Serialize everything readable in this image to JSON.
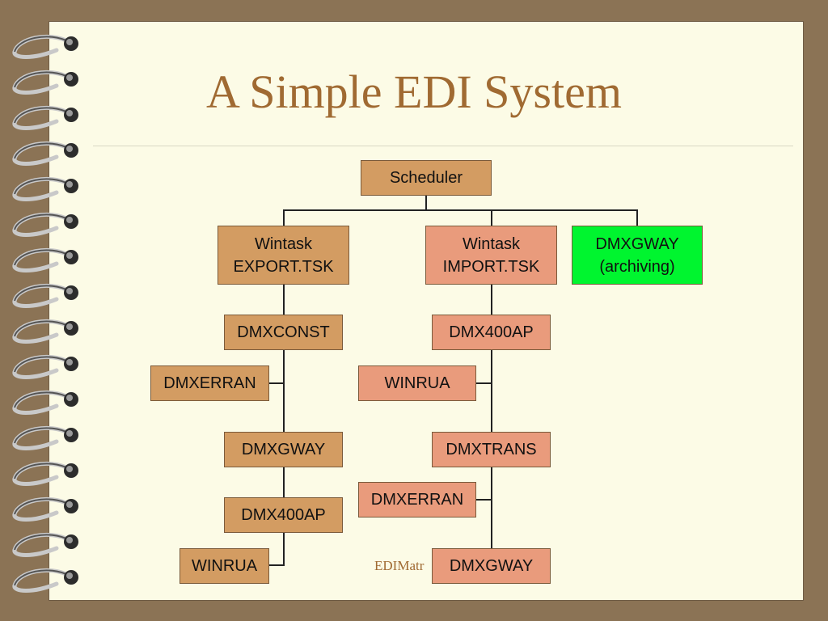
{
  "slide": {
    "title": "A Simple EDI System",
    "footer": "EDIMatr"
  },
  "diagram": {
    "root": "Scheduler",
    "export_branch": {
      "head": "Wintask\nEXPORT.TSK",
      "steps": [
        "DMXCONST",
        "DMXGWAY",
        "DMX400AP"
      ],
      "side_steps": [
        "DMXERRAN",
        "WINRUA"
      ]
    },
    "import_branch": {
      "head": "Wintask\nIMPORT.TSK",
      "steps": [
        "DMX400AP",
        "DMXTRANS",
        "DMXGWAY"
      ],
      "side_steps": [
        "WINRUA",
        "DMXERRAN"
      ]
    },
    "archive_branch": {
      "head": "DMXGWAY\n(archiving)"
    }
  },
  "colors": {
    "background": "#8b7355",
    "page": "#fcfbe6",
    "title": "#a06a32",
    "export_boxes": "#d39c62",
    "import_boxes": "#e99b7c",
    "archive_box": "#00f52f"
  },
  "decor": {
    "binding": "spiral-notebook-rings"
  }
}
